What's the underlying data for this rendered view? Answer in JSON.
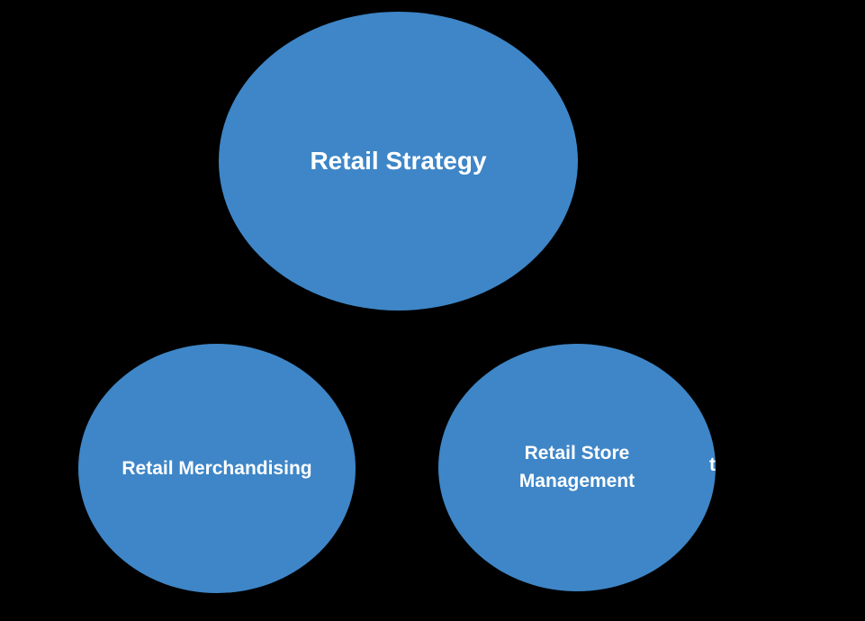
{
  "canvas": {
    "background_color": "#000000",
    "node_fill_color": "#3e86c7",
    "node_text_color": "#ffffff"
  },
  "diagram": {
    "type": "concept-ellipses",
    "nodes": [
      {
        "id": "retail-strategy",
        "label": "Retail Strategy",
        "position": "top-center"
      },
      {
        "id": "retail-merchandising",
        "label": "Retail Merchandising",
        "position": "bottom-left"
      },
      {
        "id": "retail-store-management",
        "label": "Retail Store Management",
        "position": "bottom-right"
      }
    ],
    "clipped_text_fragment": "t"
  }
}
